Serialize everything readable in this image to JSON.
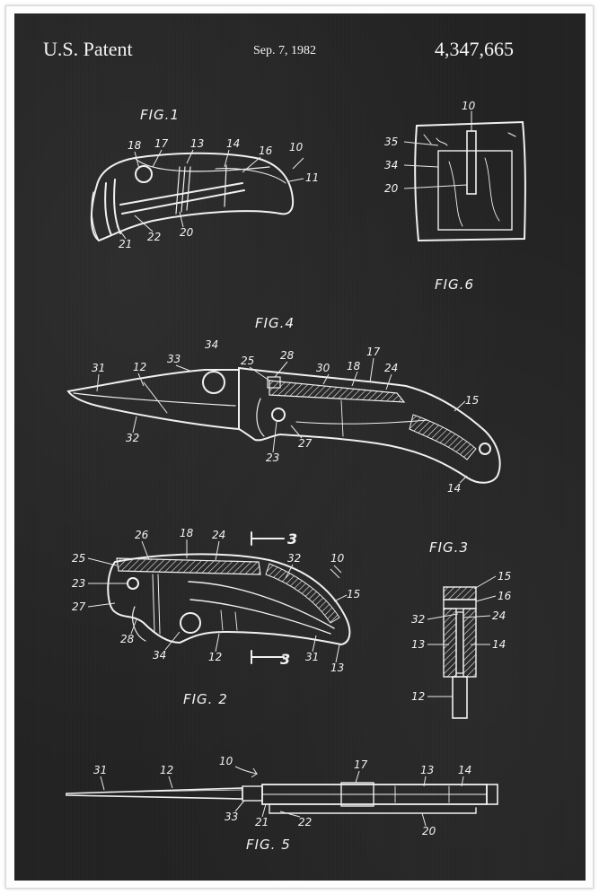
{
  "header": {
    "left": "U.S. Patent",
    "date": "Sep. 7, 1982",
    "number": "4,347,665"
  },
  "figures": {
    "fig1": "FIG.1",
    "fig2": "FIG. 2",
    "fig3": "FIG.3",
    "fig4": "FIG.4",
    "fig5": "FIG. 5",
    "fig6": "FIG.6"
  },
  "refs": {
    "fig1": [
      "18",
      "17",
      "13",
      "14",
      "16",
      "10",
      "11",
      "21",
      "22",
      "20"
    ],
    "fig6": [
      "10",
      "35",
      "34",
      "20"
    ],
    "fig4": [
      "34",
      "28",
      "17",
      "31",
      "12",
      "33",
      "25",
      "30",
      "18",
      "24",
      "15",
      "32",
      "23",
      "27",
      "14"
    ],
    "fig2": [
      "26",
      "18",
      "24",
      "3",
      "25",
      "23",
      "27",
      "32",
      "10",
      "15",
      "28",
      "34",
      "12",
      "3",
      "31",
      "13"
    ],
    "fig3": [
      "15",
      "16",
      "32",
      "24",
      "13",
      "14",
      "12"
    ],
    "fig5": [
      "10",
      "31",
      "12",
      "17",
      "13",
      "14",
      "33",
      "21",
      "22",
      "20"
    ]
  },
  "colors": {
    "board": "#222222",
    "ink": "#f2f2f2",
    "frame": "#ffffff"
  }
}
